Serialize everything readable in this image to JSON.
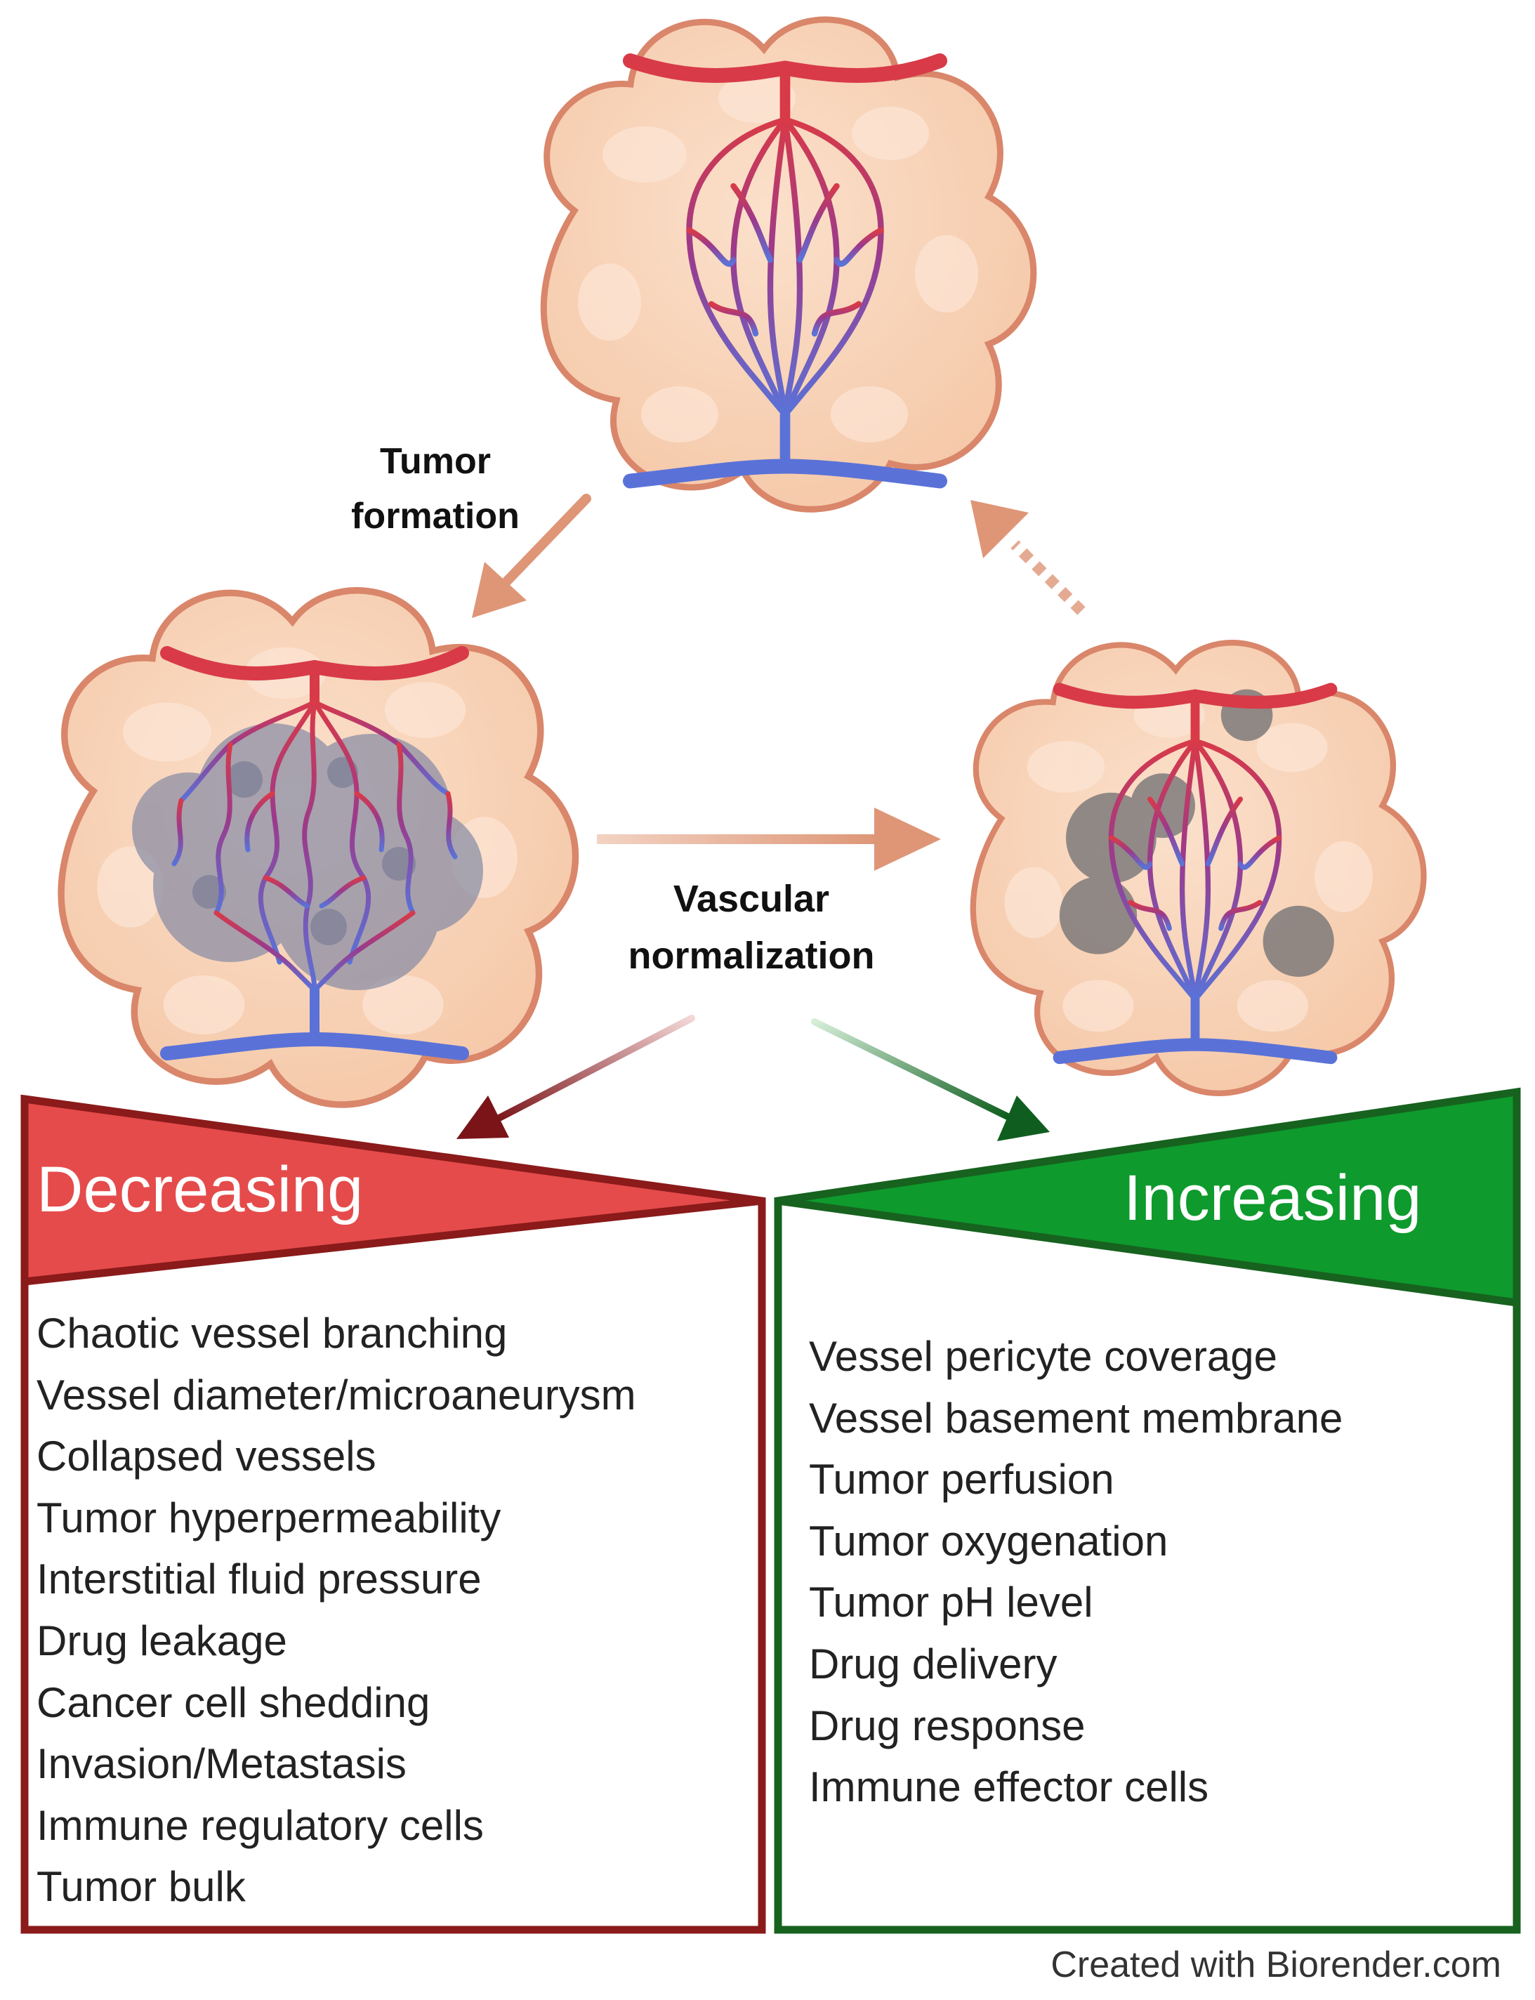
{
  "labels": {
    "tumor_formation": [
      "Tumor",
      "formation"
    ],
    "vascular_normalization": [
      "Vascular",
      "normalization"
    ]
  },
  "decreasing": {
    "title": "Decreasing",
    "color": "#E54B4B",
    "border_color": "#8B1A1A",
    "items": [
      "Chaotic vessel branching",
      "Vessel diameter/microaneurysm",
      "Collapsed vessels",
      "Tumor hyperpermeability",
      "Interstitial fluid pressure",
      "Drug leakage",
      "Cancer cell shedding",
      "Invasion/Metastasis",
      "Immune regulatory cells",
      "Tumor bulk"
    ]
  },
  "increasing": {
    "title": "Increasing",
    "color": "#0E9A2D",
    "border_color": "#17621F",
    "items": [
      "Vessel pericyte coverage",
      "Vessel basement membrane",
      "Tumor perfusion",
      "Tumor oxygenation",
      "Tumor pH level",
      "Drug delivery",
      "Drug response",
      "Immune effector cells"
    ]
  },
  "credit": "Created with Biorender.com",
  "colors": {
    "tissue_fill": "#F9D3B6",
    "tissue_border": "#D9866A",
    "artery": "#D83A48",
    "vein": "#5A72D8",
    "tumor_mass": "#8C8FA6",
    "arrow": "#DE9677"
  }
}
